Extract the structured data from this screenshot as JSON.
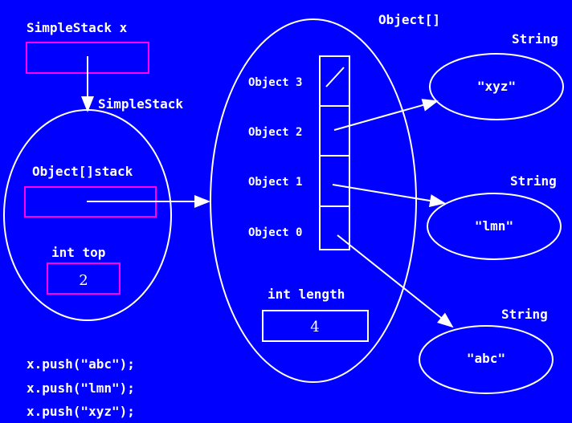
{
  "colors": {
    "background": "#0000ff",
    "variable_box": "#ff00ff",
    "lines": "#ffffff"
  },
  "labels": {
    "var_x": "SimpleStack x",
    "simplestack": "SimpleStack",
    "stack_field": "Object[]stack",
    "top_field": "int top",
    "top_value": "2",
    "array_type": "Object[]",
    "slots": [
      "Object 3",
      "Object 2",
      "Object 1",
      "Object 0"
    ],
    "length_field": "int length",
    "length_value": "4",
    "string_type": "String",
    "strings": [
      "\"xyz\"",
      "\"lmn\"",
      "\"abc\""
    ]
  },
  "code": [
    "x.push(\"abc\");",
    "x.push(\"lmn\");",
    "x.push(\"xyz\");"
  ]
}
